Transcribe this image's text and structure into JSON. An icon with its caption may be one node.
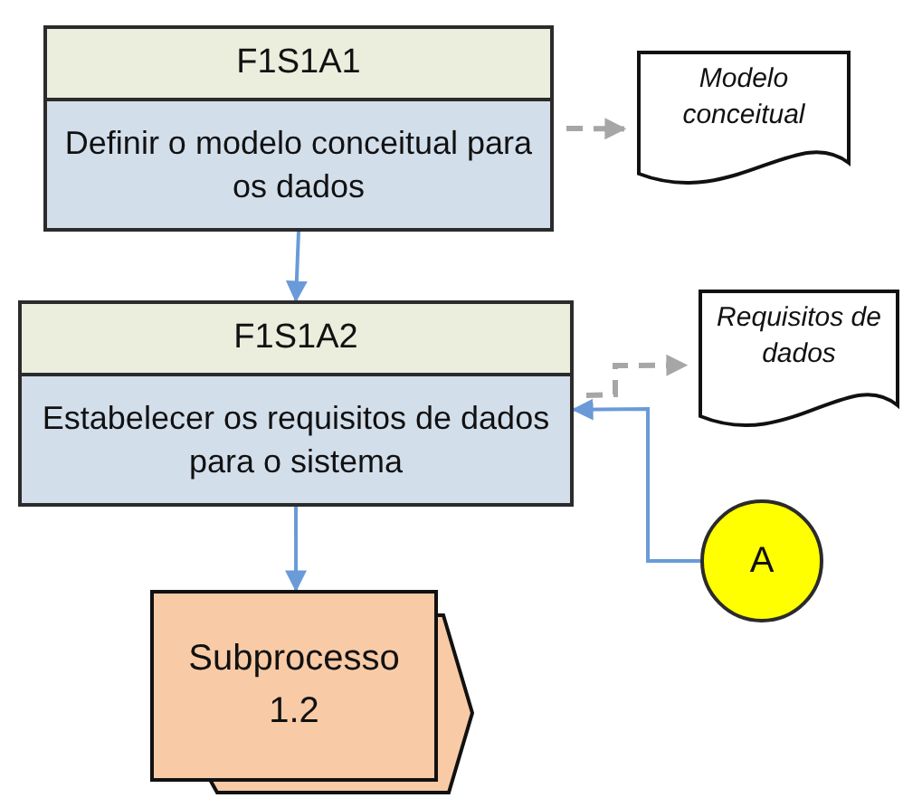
{
  "diagram": {
    "nodes": [
      {
        "text": [
          "F1S1A1",
          "Definir o modelo conceitual para os dados"
        ]
      },
      {
        "text": [
          "Modelo conceitual"
        ]
      },
      {
        "text": [
          "F1S1A2",
          "Estabelecer os requisitos de dados para o sistema"
        ]
      },
      {
        "text": [
          "Requisitos de dados"
        ]
      },
      {
        "text": [
          "A"
        ]
      },
      {
        "text": [
          "Subprocesso 1.2"
        ]
      }
    ],
    "edges": [
      {
        "from": 0,
        "to": 1,
        "arrow": "to",
        "style": "dashed",
        "color": "#a6a6a6"
      },
      {
        "from": 0,
        "to": 2,
        "arrow": "to"
      },
      {
        "from": 2,
        "to": 3,
        "arrow": "to",
        "style": "dashed",
        "color": "#a6a6a6"
      },
      {
        "from": 4,
        "to": 2,
        "arrow": "to"
      },
      {
        "from": 2,
        "to": 5,
        "arrow": "to"
      }
    ]
  }
}
